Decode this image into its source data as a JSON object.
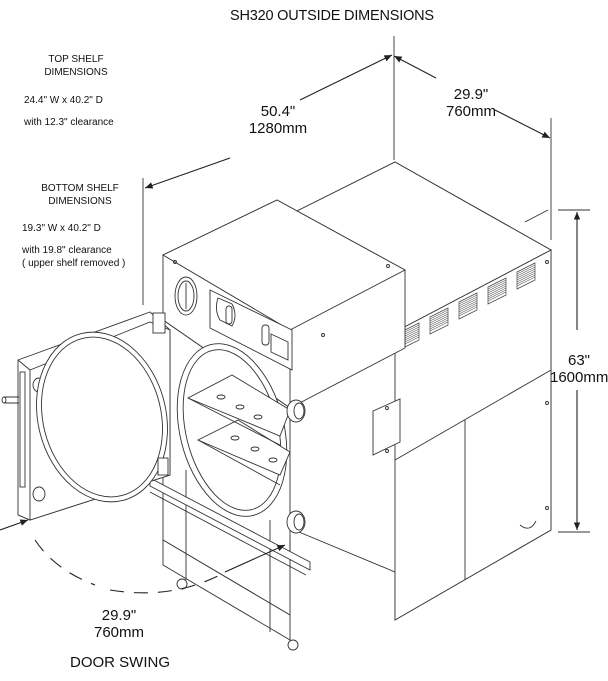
{
  "title": "SH320 OUTSIDE DIMENSIONS",
  "top_shelf": {
    "heading_1": "TOP SHELF",
    "heading_2": "DIMENSIONS",
    "size": "24.4\" W x 40.2\" D",
    "clearance": "with 12.3\" clearance"
  },
  "bottom_shelf": {
    "heading_1": "BOTTOM SHELF",
    "heading_2": "DIMENSIONS",
    "size": "19.3\" W x 40.2\" D",
    "clearance": "with 19.8\" clearance",
    "note": "( upper shelf removed )"
  },
  "dimensions": {
    "width": {
      "imperial": "50.4\"",
      "metric": "1280mm"
    },
    "depth": {
      "imperial": "29.9\"",
      "metric": "760mm"
    },
    "height": {
      "imperial": "63\"",
      "metric": "1600mm"
    },
    "door_swing": {
      "imperial": "29.9\"",
      "metric": "760mm",
      "label": "DOOR SWING"
    }
  }
}
